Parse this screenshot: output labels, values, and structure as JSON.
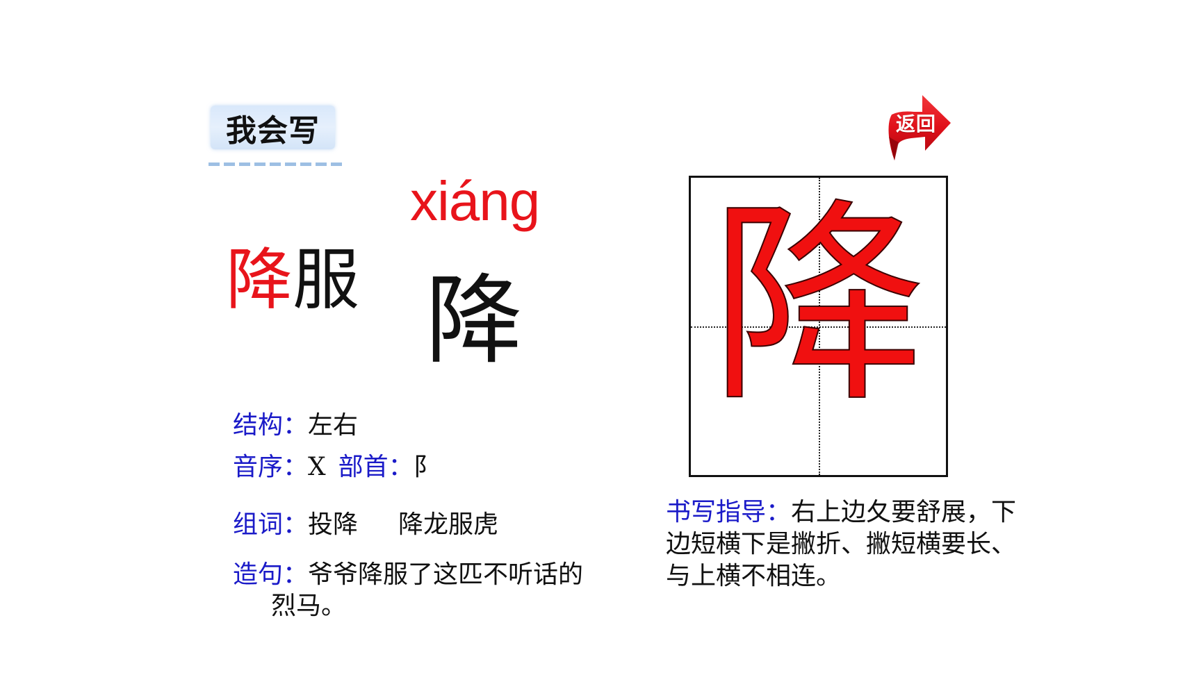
{
  "section": {
    "title": "我会写"
  },
  "return_button": {
    "label": "返回",
    "color": "#e8141b"
  },
  "character": {
    "pinyin": "xiáng",
    "glyph": "降",
    "word_highlight": "降",
    "word_rest": "服"
  },
  "info": {
    "structure_label": "结构：",
    "structure_value": "左右",
    "phonetic_order_label": "音序：",
    "phonetic_order_value": "X",
    "radical_label": "部首：",
    "radical_value": "阝",
    "words_label": "组词：",
    "words": [
      "投降",
      "降龙服虎"
    ],
    "sentence_label": "造句：",
    "sentence_line1": "爷爷降服了这匹不听话的",
    "sentence_line2": "烈马。"
  },
  "writing_grid": {
    "glyph": "降"
  },
  "guide": {
    "label": "书写指导：",
    "text": "右上边夂要舒展，下边短横下是撇折、撇短横要长、与上横不相连。"
  },
  "colors": {
    "red": "#e8141b",
    "blue": "#1a1ac8",
    "label_bg": "#dde9fb",
    "dash": "#9dbfe3"
  }
}
